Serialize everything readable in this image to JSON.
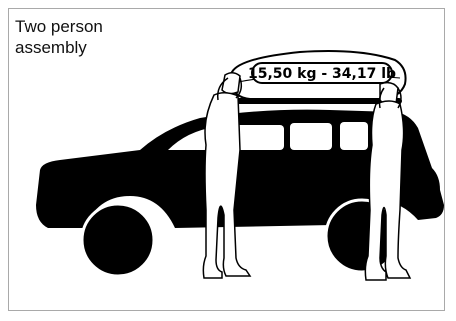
{
  "instruction": {
    "line1": "Two person",
    "line2": "assembly"
  },
  "weight_label": "15,50 kg - 34,17 lb",
  "colors": {
    "vehicle": "#000000",
    "frame_border": "#a9a9a9",
    "background": "#ffffff"
  },
  "icons": [
    "suv-silhouette",
    "roof-box",
    "person-left",
    "person-right"
  ]
}
